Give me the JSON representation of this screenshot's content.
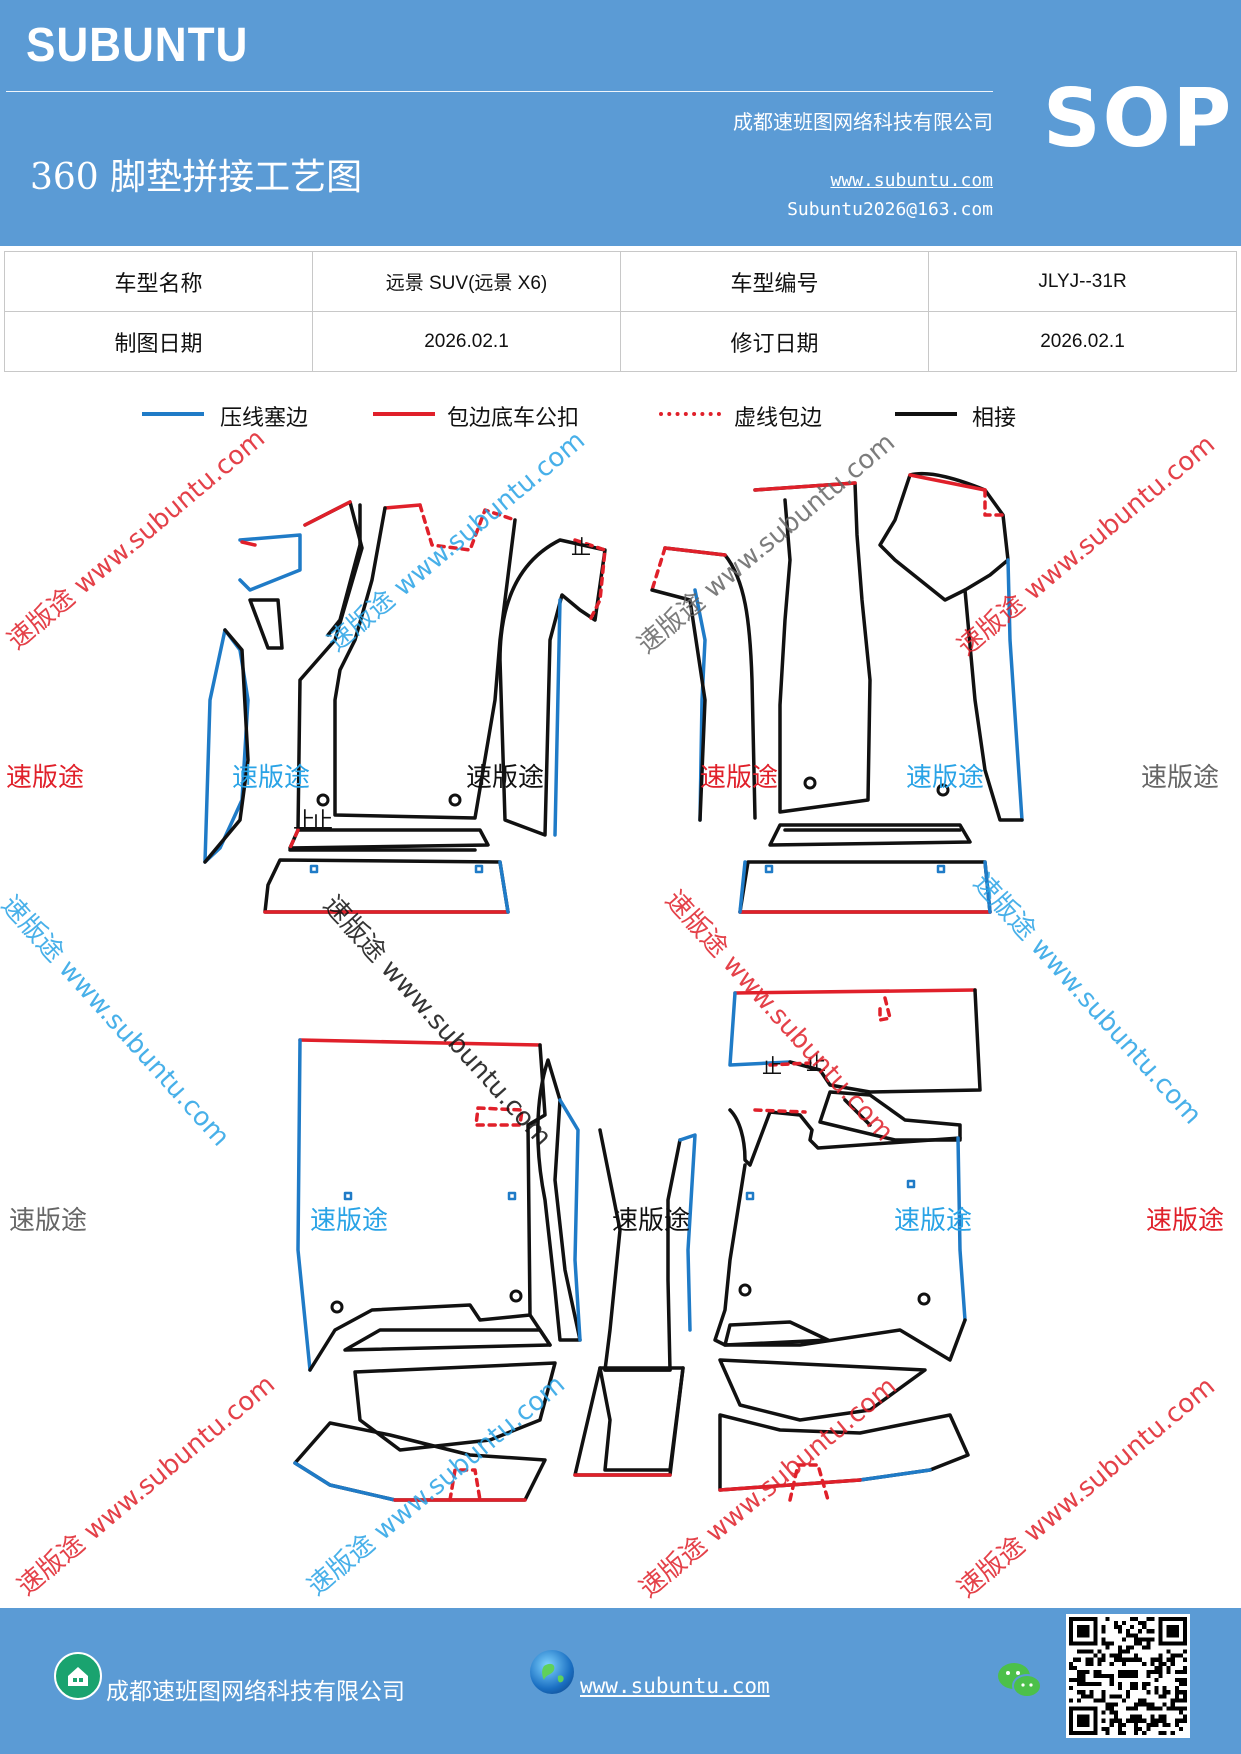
{
  "header": {
    "brand": "SUBUNTU",
    "title": "360 脚垫拼接工艺图",
    "company": "成都速班图网络科技有限公司",
    "website": "www.subuntu.com",
    "email": "Subuntu2026@163.com",
    "badge": "SOP",
    "background_color": "#5b9bd5"
  },
  "info_table": {
    "rows": [
      [
        "车型名称",
        "远景 SUV(远景 X6)",
        "车型编号",
        "JLYJ--31R"
      ],
      [
        "制图日期",
        "2026.02.1",
        "修订日期",
        "2026.02.1"
      ]
    ]
  },
  "legend": [
    {
      "label": "压线塞边",
      "color": "#1f7bc7",
      "style": "solid"
    },
    {
      "label": "包边底车公扣",
      "color": "#e0202a",
      "style": "solid"
    },
    {
      "label": "虚线包边",
      "color": "#e0202a",
      "style": "dashed"
    },
    {
      "label": "相接",
      "color": "#111111",
      "style": "solid"
    }
  ],
  "diagram": {
    "marks": [
      "止",
      "止",
      "止",
      "止",
      "止"
    ]
  },
  "watermarks": {
    "brand_text": "速版途",
    "url_text": "速版途 www.subuntu.com",
    "colors": {
      "red": "#e0202a",
      "blue": "#29a3e6",
      "black": "#111111",
      "gray": "#666666"
    }
  },
  "footer": {
    "company": "成都速班图网络科技有限公司",
    "website": "www.subuntu.com",
    "icons": [
      "building-icon",
      "globe-icon",
      "wechat-icon",
      "qr-code"
    ],
    "background_color": "#5b9bd5"
  }
}
